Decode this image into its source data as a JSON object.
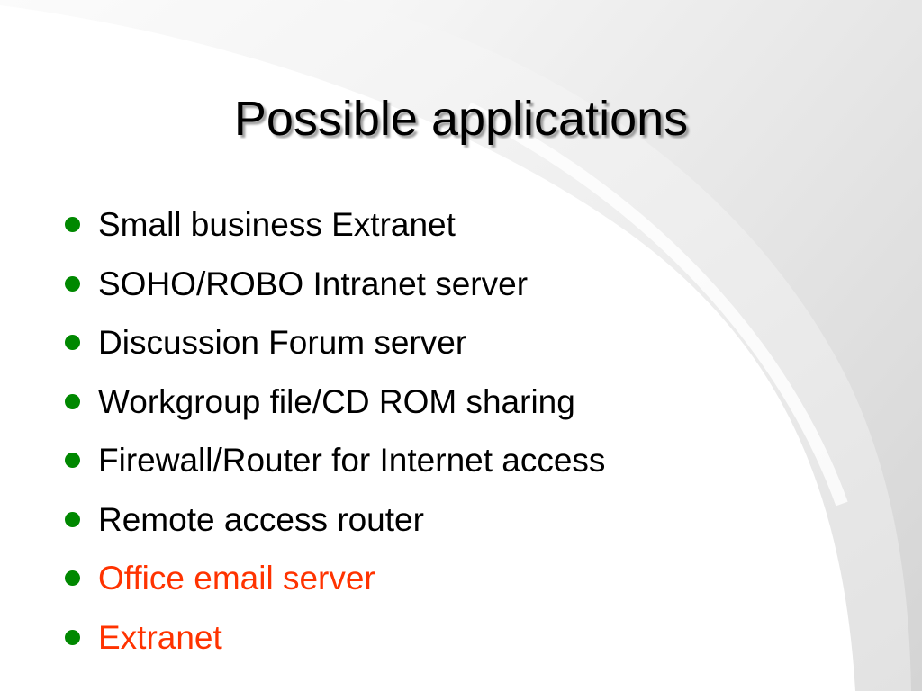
{
  "slide": {
    "title": "Possible applications",
    "bullet_color": "#008800",
    "items": [
      {
        "text": "Small business Extranet",
        "color": "#000000"
      },
      {
        "text": "SOHO/ROBO Intranet server",
        "color": "#000000"
      },
      {
        "text": "Discussion Forum server",
        "color": "#000000"
      },
      {
        "text": "Workgroup file/CD ROM sharing",
        "color": "#000000"
      },
      {
        "text": "Firewall/Router for Internet access",
        "color": "#000000"
      },
      {
        "text": "Remote access router",
        "color": "#000000"
      },
      {
        "text": "Office email server",
        "color": "#ff3300"
      },
      {
        "text": "Extranet",
        "color": "#ff3300"
      }
    ]
  }
}
